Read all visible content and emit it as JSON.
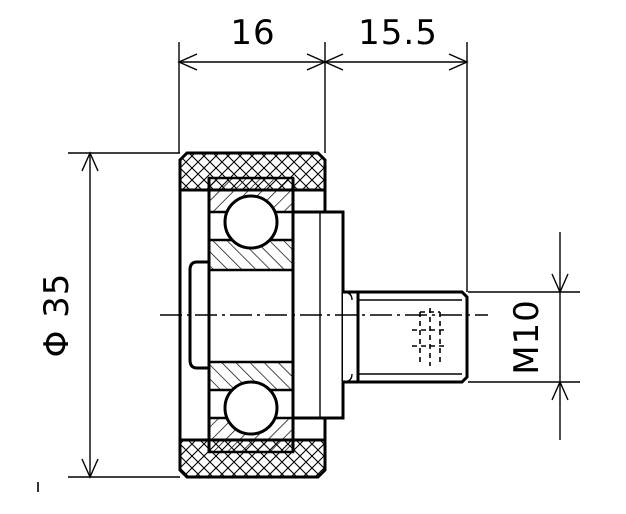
{
  "dimensions": {
    "width_outer": "16",
    "shaft_length": "15.5",
    "outer_diameter": "Φ 35",
    "thread": "M10"
  }
}
